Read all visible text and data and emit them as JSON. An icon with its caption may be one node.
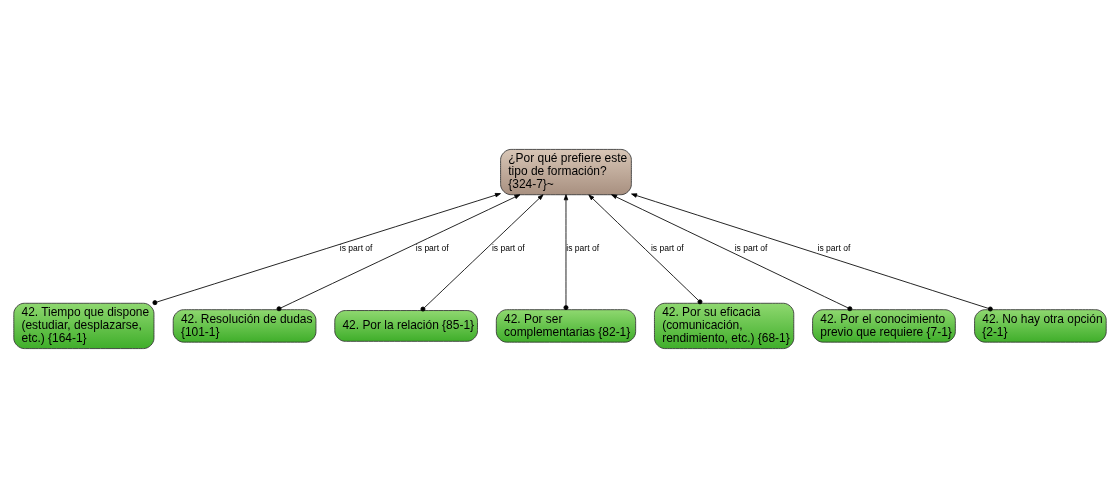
{
  "diagram": {
    "nodes": [
      {
        "text": [
          "¿Por qué prefiere este tipo de formación? {324-7}~"
        ]
      },
      {
        "text": [
          "42. Tiempo que dispone (estudiar, desplazarse, etc.) {164-1}"
        ]
      },
      {
        "text": [
          "42. Resolución de dudas {101-1}"
        ]
      },
      {
        "text": [
          "42. Por la relación {85-1}"
        ]
      },
      {
        "text": [
          "42. Por ser complementarias {82-1}"
        ]
      },
      {
        "text": [
          "42. Por su eficacia (comunicación, rendimiento, etc.) {68-1}"
        ]
      },
      {
        "text": [
          "42. Por el conocimiento previo que requiere {7-1}"
        ]
      },
      {
        "text": [
          "42. No hay otra opción {2-1}"
        ]
      }
    ],
    "edges": [
      {
        "from": 1,
        "to": 0,
        "arrow": "to",
        "label": "is part of"
      },
      {
        "from": 2,
        "to": 0,
        "arrow": "to",
        "label": "is part of"
      },
      {
        "from": 3,
        "to": 0,
        "arrow": "to",
        "label": "is part of"
      },
      {
        "from": 4,
        "to": 0,
        "arrow": "to",
        "label": "is part of"
      },
      {
        "from": 5,
        "to": 0,
        "arrow": "to",
        "label": "is part of"
      },
      {
        "from": 6,
        "to": 0,
        "arrow": "to",
        "label": "is part of"
      },
      {
        "from": 7,
        "to": 0,
        "arrow": "to",
        "label": "is part of"
      }
    ]
  }
}
